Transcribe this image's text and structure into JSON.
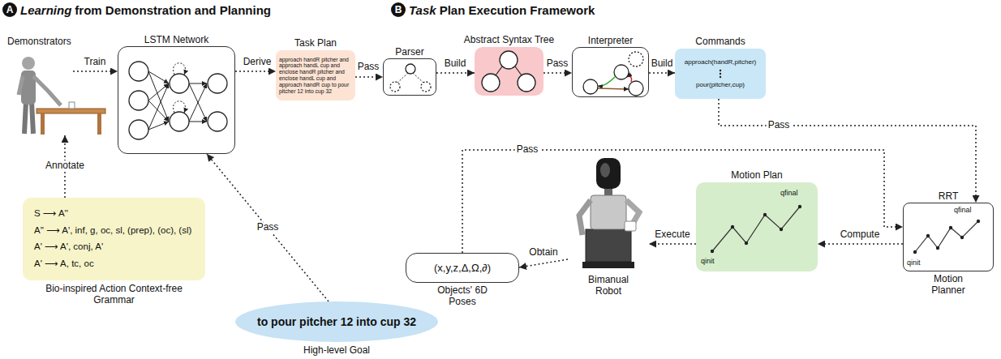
{
  "diagram": {
    "nodes": [
      {
        "text": [
          "Demonstrators"
        ]
      },
      {
        "text": [
          "LSTM Network"
        ]
      },
      {
        "text": [
          "Task Plan",
          "approach handR pitcher and approach handL cup and enclose handR pitcher and enclose handL cup and approach handR cup to pour pitcher 12 into cup 32"
        ]
      },
      {
        "text": [
          "Parser"
        ]
      },
      {
        "text": [
          "Abstract Syntax Tree"
        ]
      },
      {
        "text": [
          "Interpreter"
        ]
      },
      {
        "text": [
          "Commands",
          "approach(handR,pitcher)",
          "pour(pitcher,cup)"
        ]
      },
      {
        "text": [
          "RRT",
          "qfinal",
          "qinit",
          "Motion Planner"
        ]
      },
      {
        "text": [
          "Motion Plan",
          "qfinal",
          "qinit"
        ]
      },
      {
        "text": [
          "Bimanual Robot"
        ]
      },
      {
        "text": [
          "(x,y,z,Δ,Ω,∂)",
          "Objects' 6D Poses"
        ]
      },
      {
        "text": [
          "S ⟶ A''",
          "A'' ⟶ A', inf, g, oc, sl, (prep), (oc), (sl)",
          "A' ⟶ A', conj, A'",
          "A' ⟶ A, tc, oc",
          "Bio-inspired Action Context-free Grammar"
        ]
      },
      {
        "text": [
          "to pour pitcher 12 into cup 32",
          "High-level Goal"
        ]
      }
    ],
    "edges": [
      {
        "from": 0,
        "to": 1,
        "label": "Train",
        "arrow": "to"
      },
      {
        "from": 1,
        "to": 2,
        "label": "Derive",
        "arrow": "to"
      },
      {
        "from": 2,
        "to": 3,
        "label": "Pass",
        "arrow": "to"
      },
      {
        "from": 3,
        "to": 4,
        "label": "Build",
        "arrow": "to"
      },
      {
        "from": 4,
        "to": 5,
        "label": "Pass",
        "arrow": "to"
      },
      {
        "from": 5,
        "to": 6,
        "label": "Build",
        "arrow": "to"
      },
      {
        "from": 6,
        "to": 7,
        "label": "Pass",
        "arrow": "to"
      },
      {
        "from": 7,
        "to": 8,
        "label": "Compute",
        "arrow": "to"
      },
      {
        "from": 8,
        "to": 9,
        "label": "Execute",
        "arrow": "to"
      },
      {
        "from": 9,
        "to": 10,
        "label": "Obtain",
        "arrow": "to"
      },
      {
        "from": 10,
        "to": 7,
        "label": "Pass",
        "arrow": "to"
      },
      {
        "from": 11,
        "to": 0,
        "label": "Annotate",
        "arrow": "to"
      },
      {
        "from": 12,
        "to": 1,
        "label": "Pass",
        "arrow": "to"
      }
    ],
    "labels": [
      "A",
      "Learning",
      "from Demonstration and Planning",
      "B",
      "Task",
      "Plan Execution Framework"
    ]
  }
}
